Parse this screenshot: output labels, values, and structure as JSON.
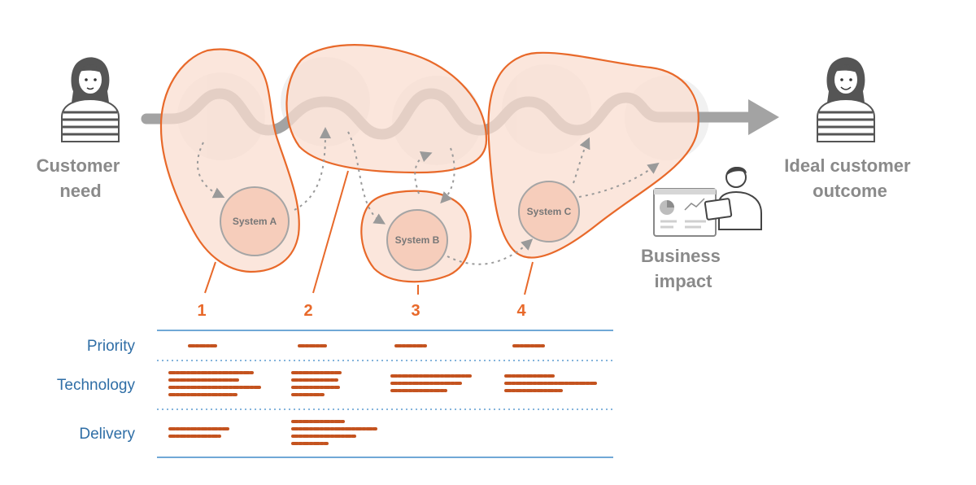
{
  "labels": {
    "customer_need_line1": "Customer",
    "customer_need_line2": "need",
    "ideal_line1": "Ideal customer",
    "ideal_line2": "outcome",
    "business_line1": "Business",
    "business_line2": "impact"
  },
  "systems": {
    "a": "System A",
    "b": "System B",
    "c": "System C"
  },
  "areas": [
    "1",
    "2",
    "3",
    "4"
  ],
  "rows": {
    "priority": "Priority",
    "technology": "Technology",
    "delivery": "Delivery"
  },
  "colors": {
    "accent": "#e8692a",
    "blob_fill": "#f9ddd0",
    "flow_arrow": "#a3a3a3",
    "row_label": "#2f6ea6",
    "table_line": "#5b9bd0",
    "scribble": "#c4531f"
  }
}
